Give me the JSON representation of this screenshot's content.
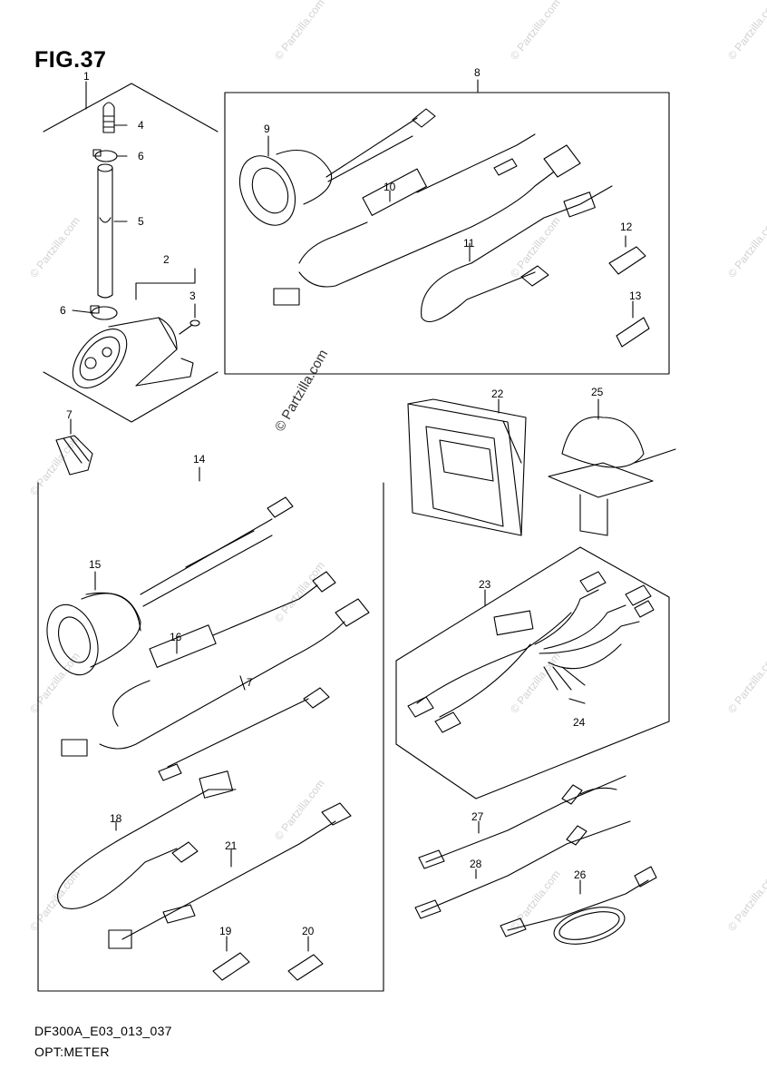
{
  "figure": {
    "title": "FIG.37",
    "model_code": "DF300A_E03_013_037",
    "section_name": "OPT:METER"
  },
  "watermark": {
    "text": "© Partzilla.com"
  },
  "callouts": [
    "1",
    "2",
    "3",
    "4",
    "5",
    "6",
    "6",
    "7",
    "8",
    "9",
    "10",
    "11",
    "12",
    "13",
    "14",
    "15",
    "16",
    "7",
    "18",
    "19",
    "20",
    "21",
    "22",
    "23",
    "24",
    "25",
    "26",
    "27",
    "28"
  ]
}
